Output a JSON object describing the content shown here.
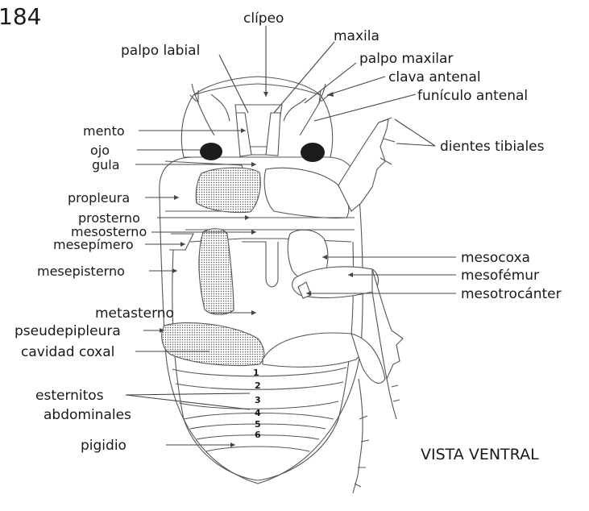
{
  "page_number": "184",
  "view_title": "VISTA VENTRAL",
  "labels": {
    "clipeo": "clípeo",
    "maxila": "maxila",
    "palpo_labial": "palpo labial",
    "palpo_maxilar": "palpo maxilar",
    "clava_antenal": "clava antenal",
    "funiculo_antenal": "funículo antenal",
    "mento": "mento",
    "ojo": "ojo",
    "gula": "gula",
    "dientes_tibiales": "dientes tibiales",
    "propleura": "propleura",
    "prosterno": "prosterno",
    "mesosterno": "mesosterno",
    "mesepimero": "mesepímero",
    "mesepisterno": "mesepisterno",
    "mesocoxa": "mesocoxa",
    "mesofemur": "mesofémur",
    "mesotrocanter": "mesotrocánter",
    "metasterno": "metasterno",
    "pseudepipleura": "pseudepipleura",
    "cavidad_coxal": "cavidad coxal",
    "esternitos": "esternitos",
    "abdominales": "abdominales",
    "pigidio": "pigidio"
  },
  "sternite_numbers": [
    "1",
    "2",
    "3",
    "4",
    "5",
    "6"
  ]
}
